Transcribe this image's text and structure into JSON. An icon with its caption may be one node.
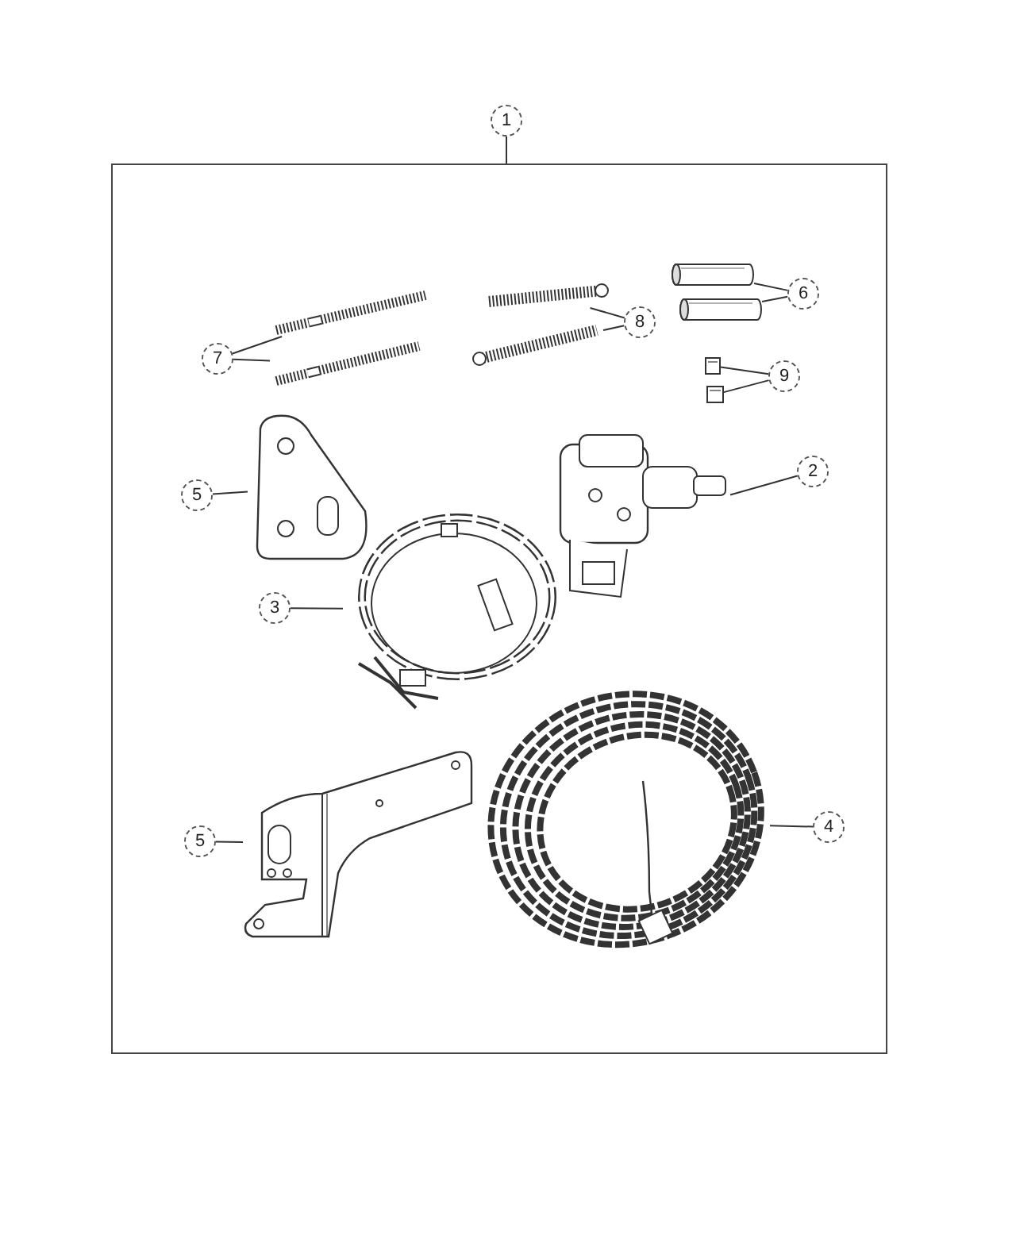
{
  "diagram": {
    "nodes": [
      {
        "text": [
          "1"
        ]
      },
      {
        "text": [],
        "shape": "box"
      },
      {
        "text": [
          "7"
        ],
        "in": 1
      },
      {
        "text": [],
        "shape": "picture",
        "in": 1
      },
      {
        "text": [],
        "shape": "picture",
        "in": 1
      },
      {
        "text": [],
        "shape": "picture",
        "in": 1
      },
      {
        "text": [],
        "shape": "picture",
        "in": 1
      },
      {
        "text": [
          "8"
        ],
        "in": 1
      },
      {
        "text": [],
        "shape": "cylinder",
        "in": 1
      },
      {
        "text": [],
        "shape": "cylinder",
        "in": 1
      },
      {
        "text": [
          "6"
        ],
        "in": 1
      },
      {
        "text": [],
        "shape": "picture",
        "in": 1
      },
      {
        "text": [],
        "shape": "picture",
        "in": 1
      },
      {
        "text": [
          "9"
        ],
        "in": 1
      },
      {
        "text": [
          "5"
        ],
        "in": 1
      },
      {
        "text": [],
        "shape": "picture",
        "in": 1
      },
      {
        "text": [],
        "shape": "picture",
        "in": 1
      },
      {
        "text": [
          "2"
        ],
        "in": 1
      },
      {
        "text": [
          "3"
        ],
        "in": 1
      },
      {
        "text": [],
        "shape": "picture",
        "in": 1
      },
      {
        "text": [
          "5"
        ],
        "in": 1
      },
      {
        "text": [],
        "shape": "picture",
        "in": 1
      },
      {
        "text": [],
        "shape": "picture",
        "in": 1
      },
      {
        "text": [
          "4"
        ],
        "in": 1
      }
    ],
    "edges": [
      {
        "from": 0,
        "to": 1,
        "arrow": "none"
      },
      {
        "from": 2,
        "to": 3,
        "arrow": "none"
      },
      {
        "from": 2,
        "to": 4,
        "arrow": "none"
      },
      {
        "from": 7,
        "to": 5,
        "arrow": "none"
      },
      {
        "from": 7,
        "to": 6,
        "arrow": "none"
      },
      {
        "from": 10,
        "to": 8,
        "arrow": "none"
      },
      {
        "from": 10,
        "to": 9,
        "arrow": "none"
      },
      {
        "from": 13,
        "to": 11,
        "arrow": "none"
      },
      {
        "from": 13,
        "to": 12,
        "arrow": "none"
      },
      {
        "from": 14,
        "to": 15,
        "arrow": "none"
      },
      {
        "from": 17,
        "to": 16,
        "arrow": "none"
      },
      {
        "from": 18,
        "to": 19,
        "arrow": "none"
      },
      {
        "from": 20,
        "to": 21,
        "arrow": "none"
      },
      {
        "from": 23,
        "to": 22,
        "arrow": "none"
      }
    ]
  }
}
